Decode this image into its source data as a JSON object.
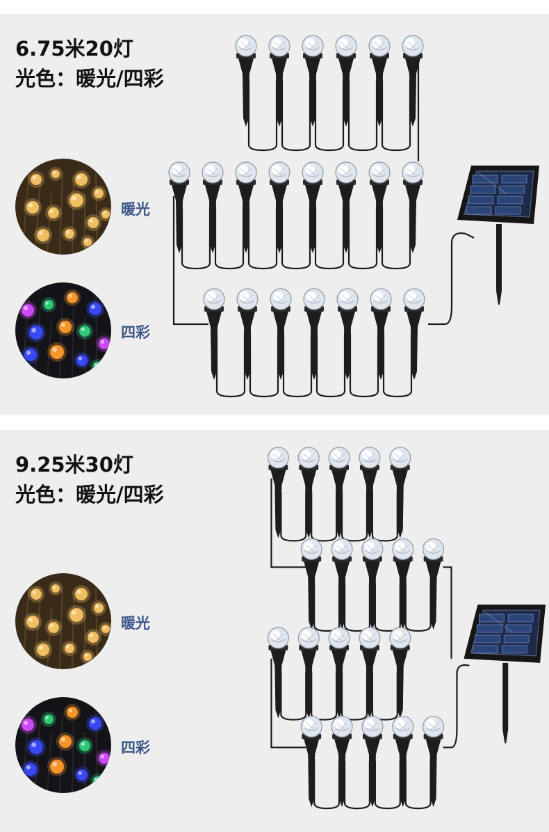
{
  "panels": [
    {
      "spec": "6.75米20灯",
      "light_color": "光色：暖光/四彩",
      "swatches": [
        {
          "label": "暖光"
        },
        {
          "label": "四彩"
        }
      ]
    },
    {
      "spec": "9.25米30灯",
      "light_color": "光色：暖光/四彩",
      "swatches": [
        {
          "label": "暖光"
        },
        {
          "label": "四彩"
        }
      ]
    }
  ],
  "colors": {
    "panel_background": "#eeeeee",
    "title_text": "#111111",
    "label_text": "#3c5686",
    "warm_light": "#f7c566",
    "multicolor": [
      "#3b4bff",
      "#2fd07a",
      "#ff9a2a",
      "#d34cff"
    ]
  },
  "icons": [
    "solar-panel-icon",
    "stake-light-icon",
    "warm-bokeh-icon",
    "multicolor-bokeh-icon"
  ]
}
